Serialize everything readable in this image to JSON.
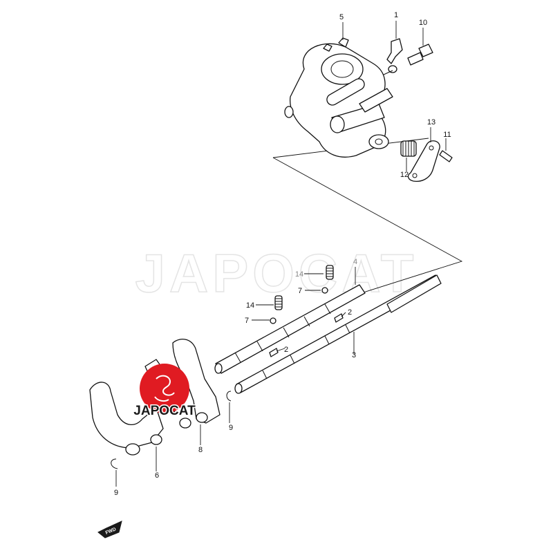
{
  "watermark": {
    "text": "JAPOCAT"
  },
  "logo": {
    "text": "JAPOCAT",
    "color": "#e01b22"
  },
  "direction_marker": {
    "text": "FWD"
  },
  "callouts": {
    "c1": "1",
    "c2a": "2",
    "c2b": "2",
    "c3": "3",
    "c4": "4",
    "c5": "5",
    "c6": "6",
    "c7a": "7",
    "c7b": "7",
    "c8": "8",
    "c9a": "9",
    "c9b": "9",
    "c10": "10",
    "c11": "11",
    "c12": "12",
    "c13": "13",
    "c14a": "14",
    "c14b": "14"
  }
}
